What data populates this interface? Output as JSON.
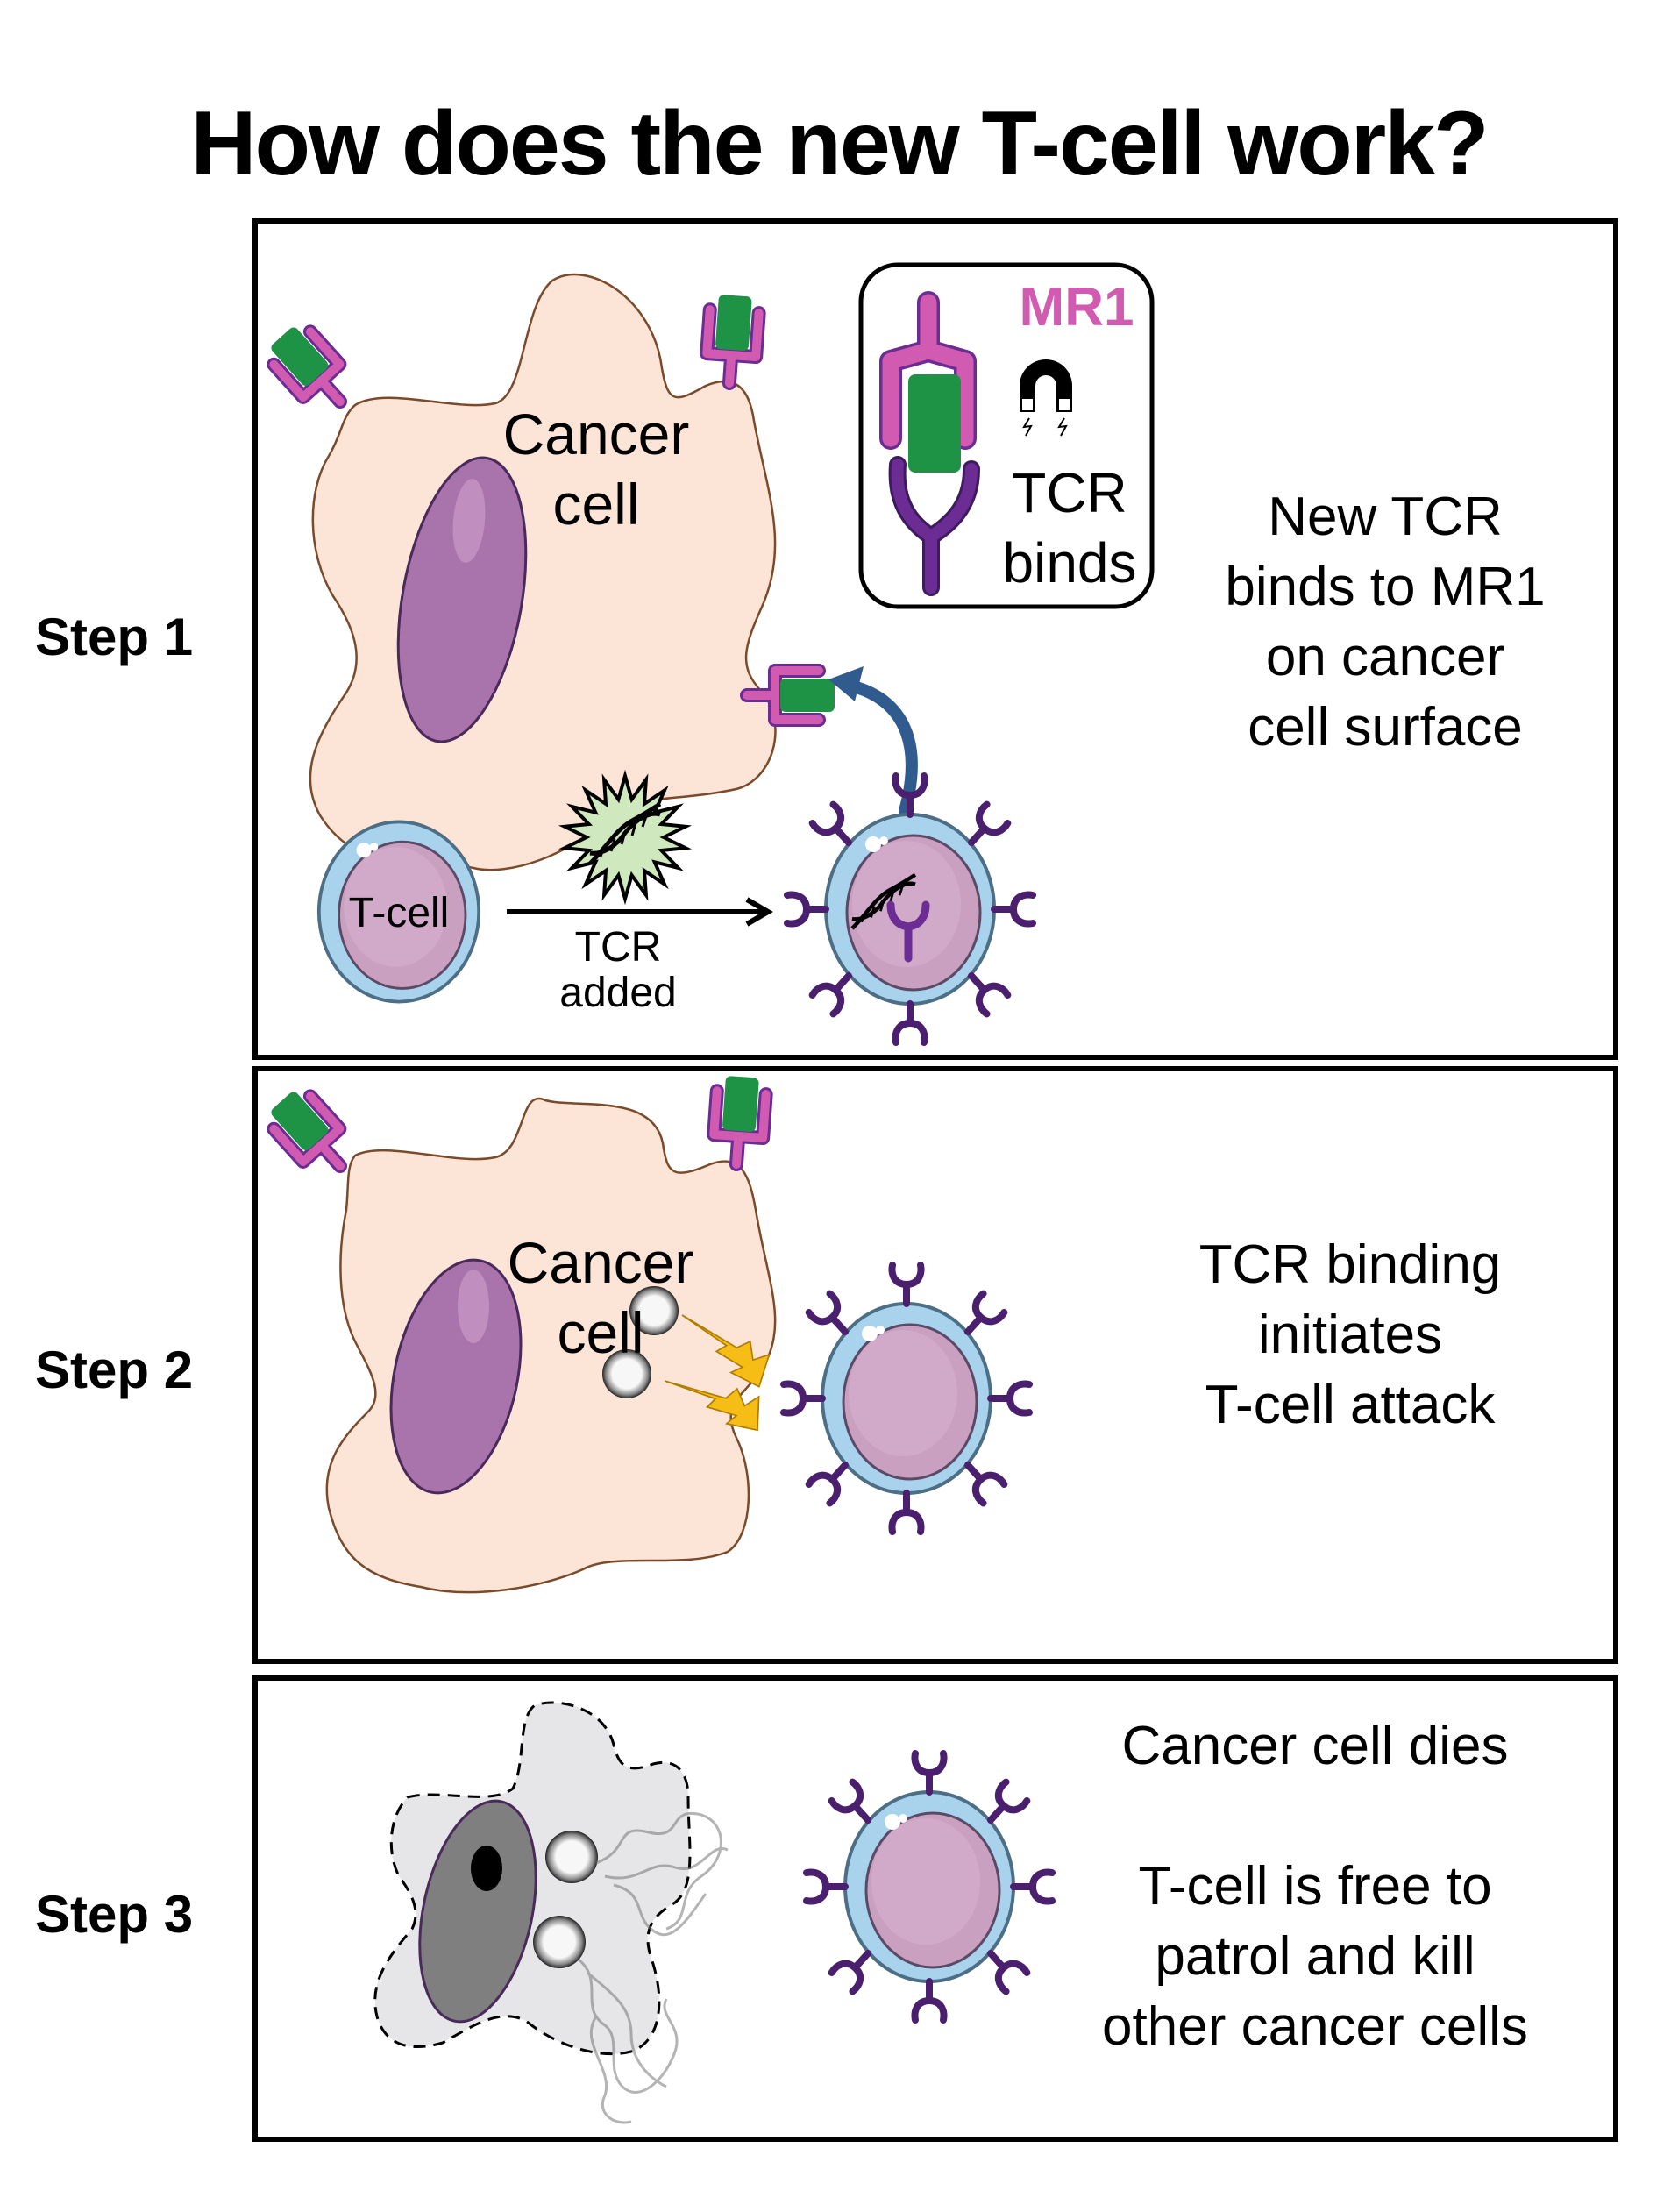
{
  "title": "How does the new T-cell work?",
  "colors": {
    "cancer_cell_fill": "#fce4d6",
    "cancer_cell_outline": "#7a4a2a",
    "nucleus": "#a974ab",
    "mr1_magenta": "#d15bb0",
    "antigen_green": "#1e9245",
    "tcr_purple": "#6b2c93",
    "tcell_membrane": "#a9d2ec",
    "tcell_body": "#c9a0bf",
    "arrow_blue": "#2f5b8e",
    "bolt_yellow": "#f6bd16",
    "dead_cell_fill": "#e6e6e8",
    "dead_nucleus": "#7f7f7f",
    "dna_star_fill": "#cfe8bd"
  },
  "steps": [
    {
      "label": "Step 1",
      "cancer_cell_label": [
        "Cancer",
        "cell"
      ],
      "tcell_label": "T-cell",
      "transfer_label": [
        "TCR",
        "added"
      ],
      "inset": {
        "mr1_label": "MR1",
        "caption": [
          "TCR",
          "binds"
        ],
        "icon": "magnet-icon"
      },
      "description": [
        "New TCR",
        "binds to MR1",
        "on cancer",
        "cell surface"
      ]
    },
    {
      "label": "Step 2",
      "cancer_cell_label": [
        "Cancer",
        "cell"
      ],
      "description": [
        "TCR binding",
        "initiates",
        "T-cell attack"
      ]
    },
    {
      "label": "Step 3",
      "description_top": "Cancer cell dies",
      "description": [
        "T-cell is free to",
        "patrol and kill",
        "other cancer cells"
      ]
    }
  ]
}
